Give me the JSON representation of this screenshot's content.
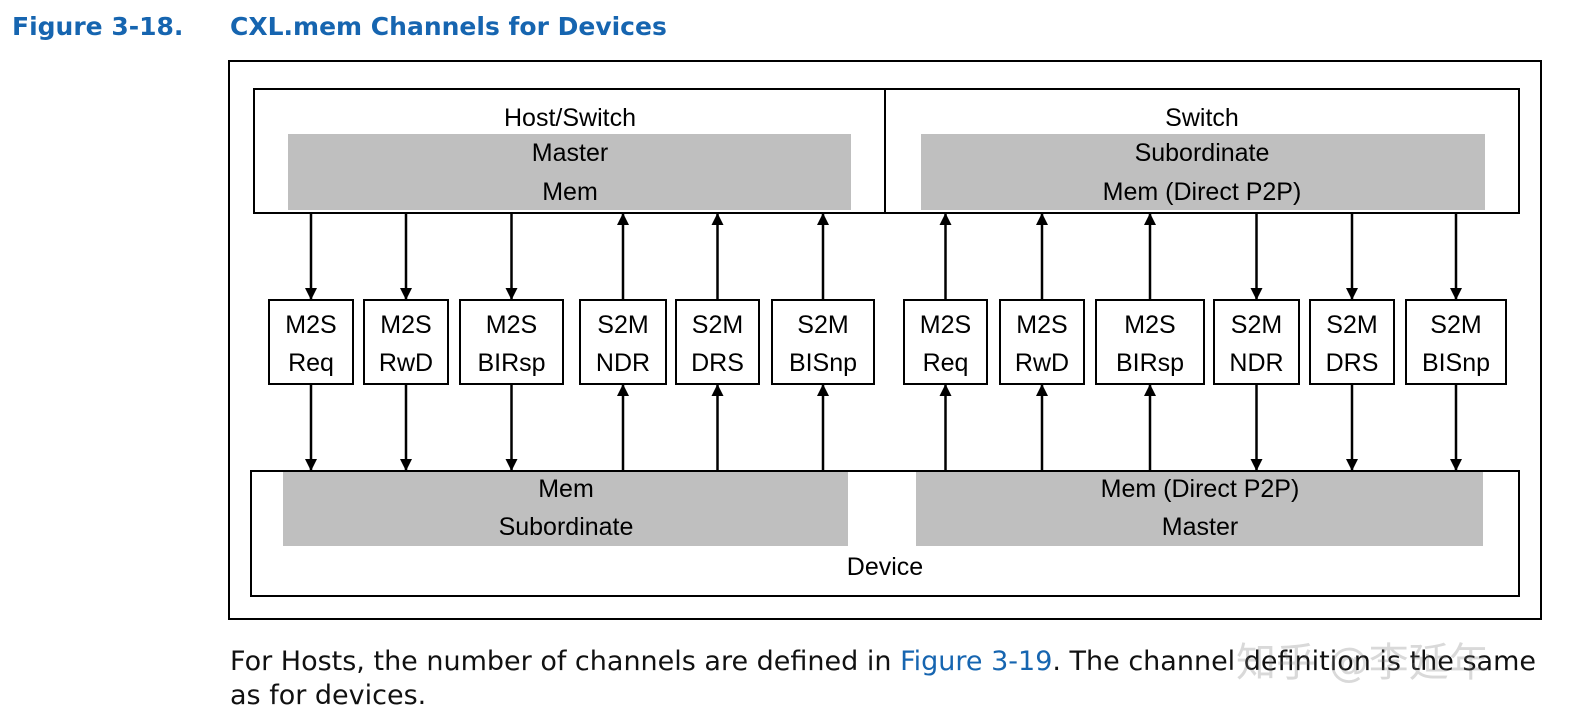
{
  "caption": {
    "number": "Figure 3-18.",
    "title": "CXL.mem Channels for Devices"
  },
  "diagram": {
    "host_switch": {
      "label": "Host/Switch",
      "role": "Master",
      "type": "Mem"
    },
    "switch": {
      "label": "Switch",
      "role": "Subordinate",
      "type": "Mem (Direct P2P)"
    },
    "device": {
      "label": "Device",
      "left_block": {
        "line1": "Mem",
        "line2": "Subordinate"
      },
      "right_block": {
        "line1": "Mem (Direct P2P)",
        "line2": "Master"
      }
    },
    "channels": [
      {
        "line1": "M2S",
        "line2": "Req",
        "direction": "down"
      },
      {
        "line1": "M2S",
        "line2": "RwD",
        "direction": "down"
      },
      {
        "line1": "M2S",
        "line2": "BIRsp",
        "direction": "down"
      },
      {
        "line1": "S2M",
        "line2": "NDR",
        "direction": "up"
      },
      {
        "line1": "S2M",
        "line2": "DRS",
        "direction": "up"
      },
      {
        "line1": "S2M",
        "line2": "BISnp",
        "direction": "up"
      },
      {
        "line1": "M2S",
        "line2": "Req",
        "direction": "up"
      },
      {
        "line1": "M2S",
        "line2": "RwD",
        "direction": "up"
      },
      {
        "line1": "M2S",
        "line2": "BIRsp",
        "direction": "up"
      },
      {
        "line1": "S2M",
        "line2": "NDR",
        "direction": "down"
      },
      {
        "line1": "S2M",
        "line2": "DRS",
        "direction": "down"
      },
      {
        "line1": "S2M",
        "line2": "BISnp",
        "direction": "down"
      }
    ],
    "colors": {
      "block_fill": "#bfbfbf",
      "stroke": "#000000"
    }
  },
  "paragraph": {
    "before_link": "For Hosts, the number of channels are defined in ",
    "link": "Figure 3-19",
    "after_link": ". The channel definition is the same as for devices."
  },
  "watermark": "知乎 @李延年"
}
